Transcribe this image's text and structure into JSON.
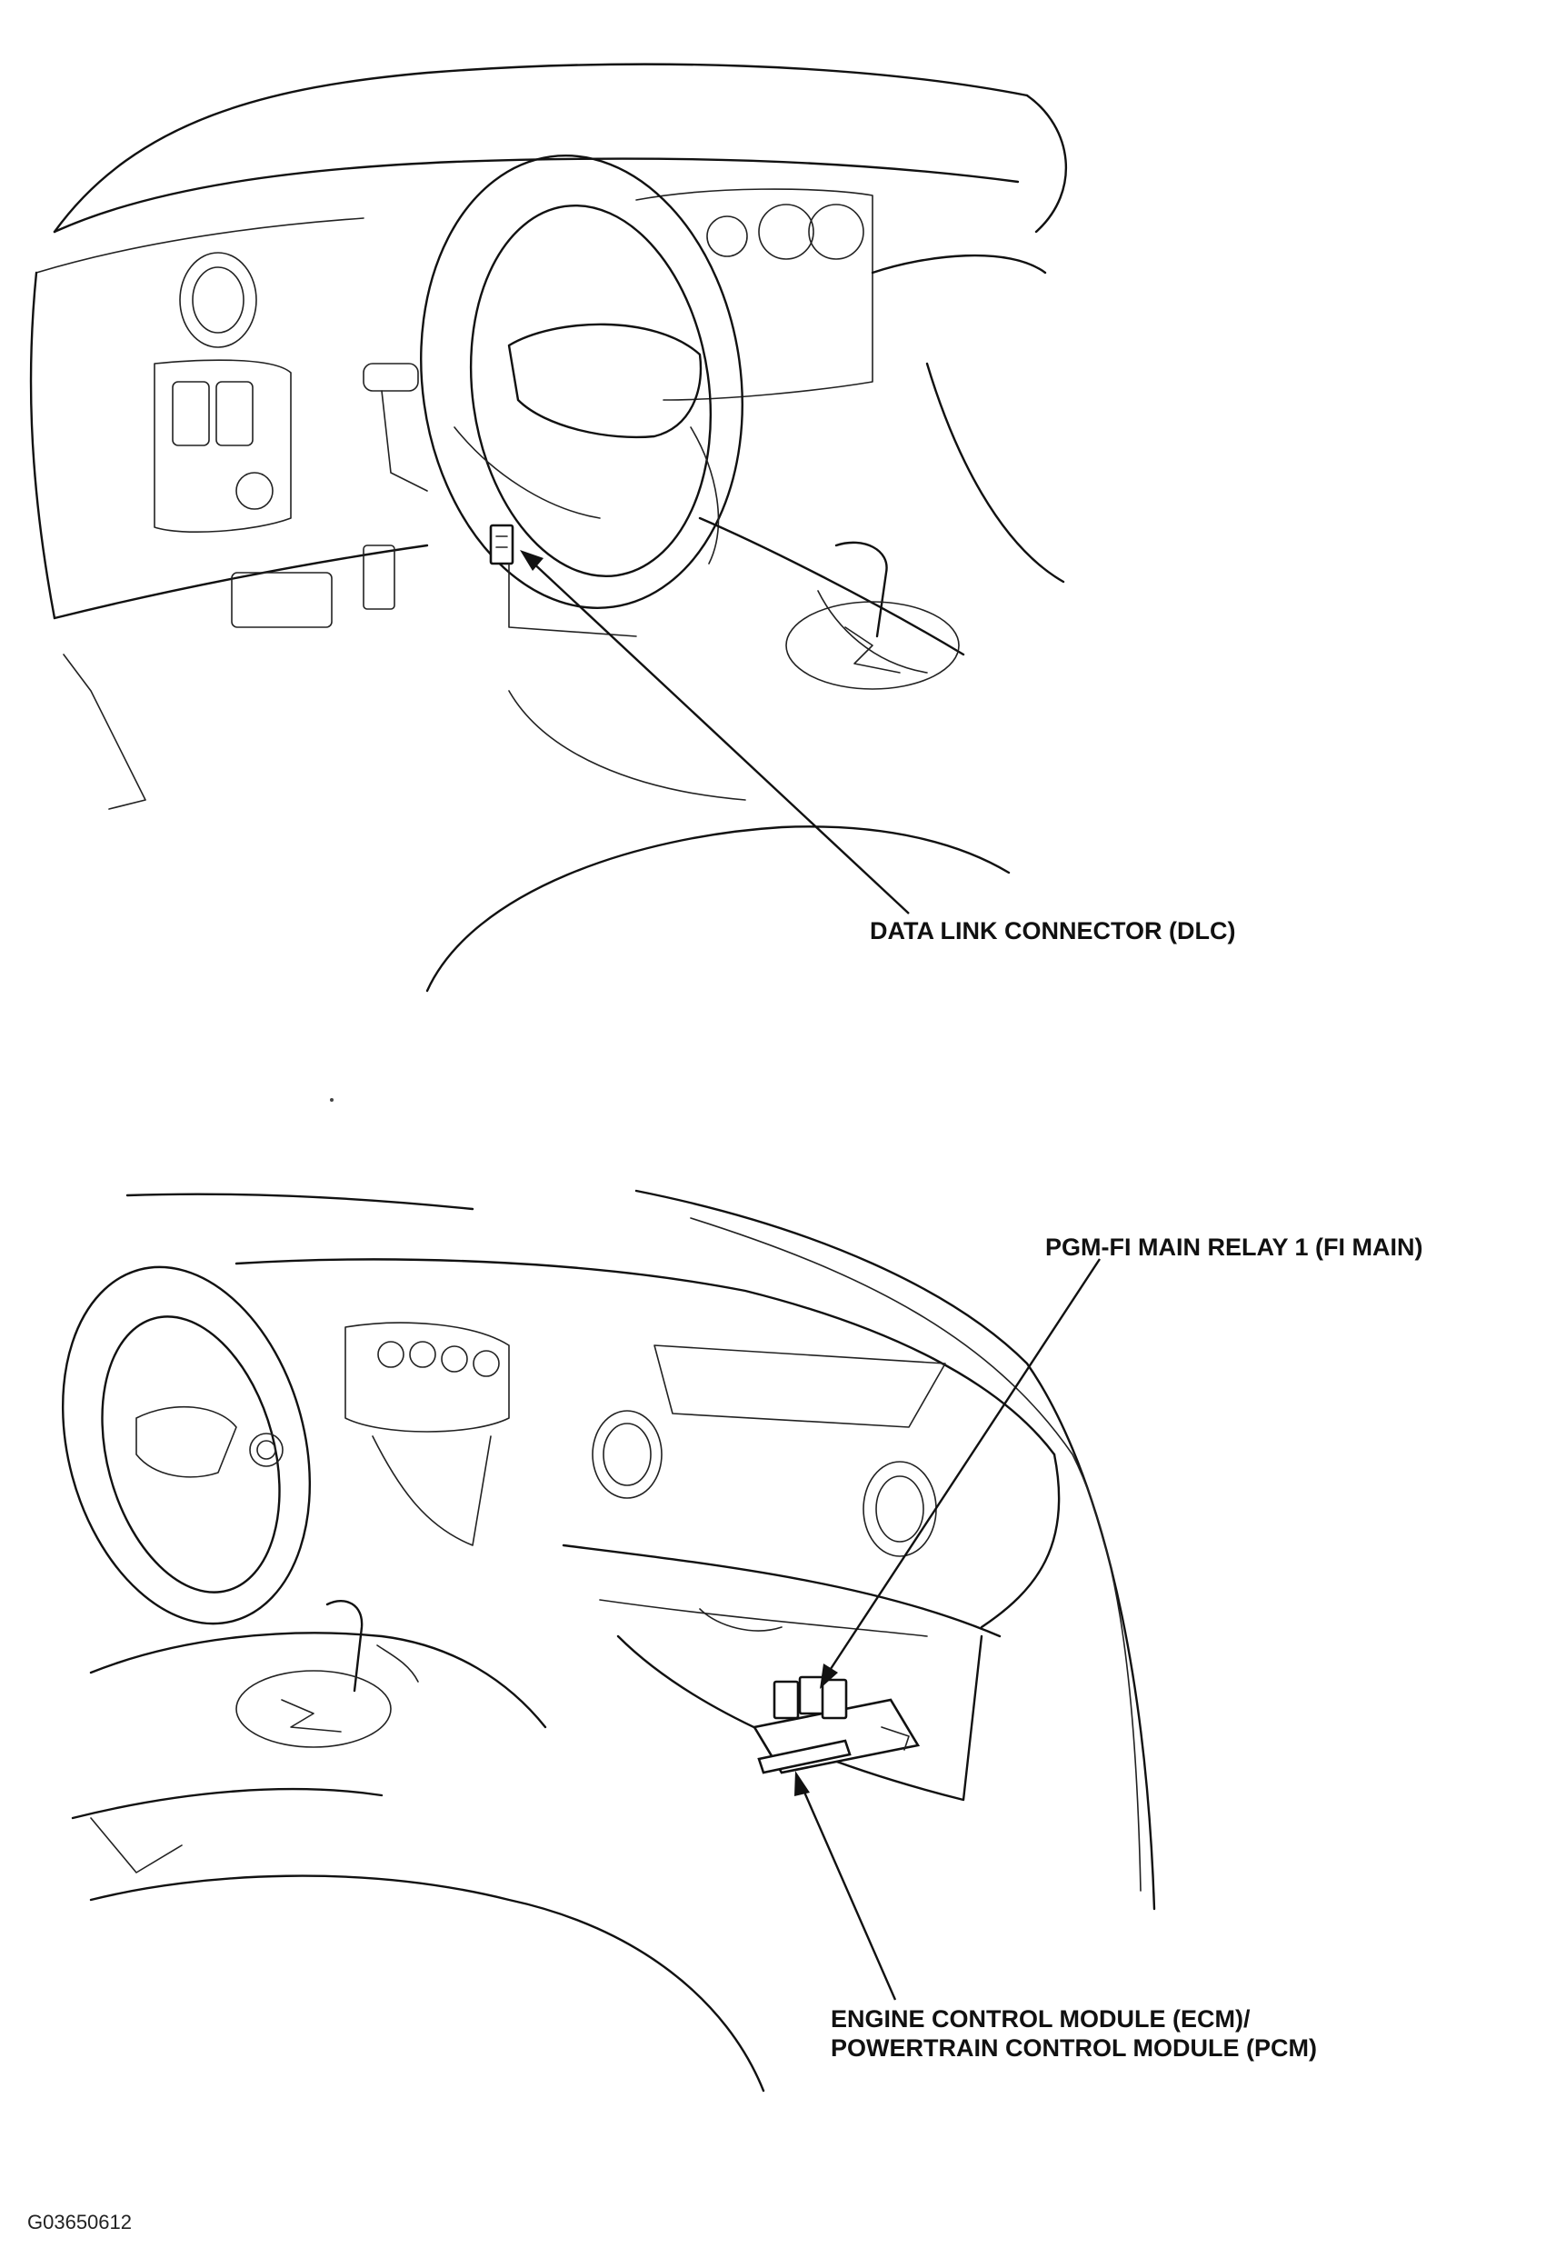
{
  "figures": [
    {
      "callouts": [
        {
          "id": "dlc",
          "text": "DATA LINK CONNECTOR (DLC)"
        }
      ]
    },
    {
      "callouts": [
        {
          "id": "relay",
          "text": "PGM-FI MAIN RELAY 1 (FI MAIN)"
        },
        {
          "id": "ecm",
          "line1": "ENGINE CONTROL MODULE (ECM)/",
          "line2": "POWERTRAIN CONTROL MODULE (PCM)"
        }
      ]
    }
  ],
  "figure_code": "G03650612"
}
